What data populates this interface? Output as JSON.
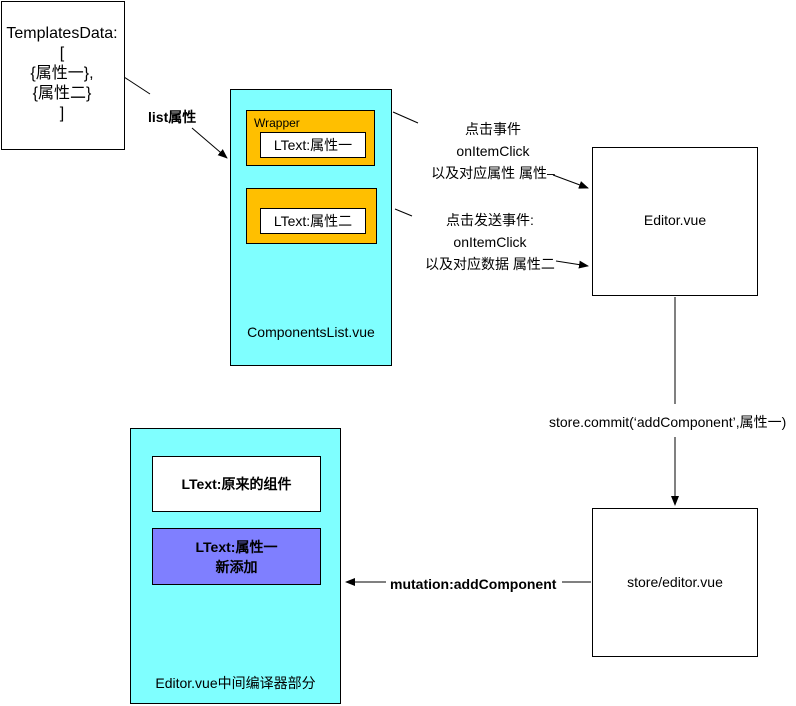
{
  "templates": {
    "lines": [
      "TemplatesData:",
      "[",
      "{属性一},",
      "{属性二}",
      "]"
    ]
  },
  "components_list": {
    "wrapper_label": "Wrapper",
    "item_1": "LText:属性一",
    "item_2": "LText:属性二",
    "label": "ComponentsList.vue"
  },
  "editor": {
    "label": "Editor.vue"
  },
  "store": {
    "label": "store/editor.vue"
  },
  "canvas": {
    "original_component": "LText:原来的组件",
    "new_component_line1": "LText:属性一",
    "new_component_line2": "新添加",
    "label": "Editor.vue中间编译器部分"
  },
  "edges": {
    "list_attr": "list属性",
    "click_1": [
      "点击事件",
      "onItemClick",
      "以及对应属性 属性–"
    ],
    "click_2": [
      "点击发送事件:",
      "onItemClick",
      "以及对应数据  属性二"
    ],
    "commit": "store.commit(‘addComponent’,属性一)",
    "mutation": "mutation:addComponent"
  },
  "colors": {
    "cyan_container": "#7fffff",
    "orange_wrapper": "#ffbf00",
    "purple_new": "#7f7fff"
  }
}
